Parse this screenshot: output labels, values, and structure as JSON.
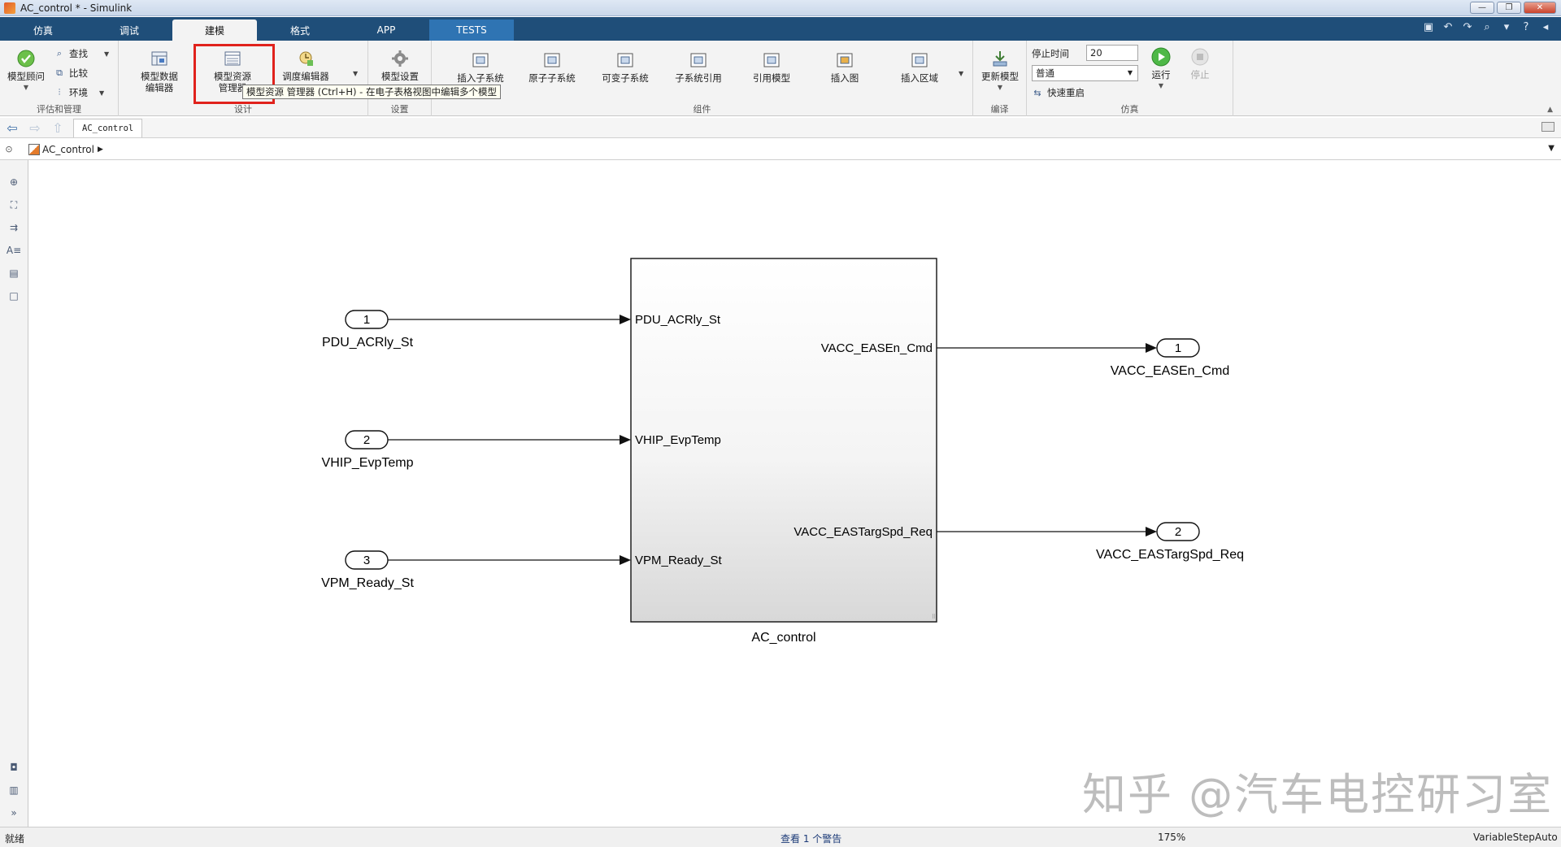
{
  "window": {
    "title": "AC_control * - Simulink",
    "controls": [
      "—",
      "❐",
      "✕"
    ]
  },
  "tabs": [
    {
      "label": "仿真"
    },
    {
      "label": "调试"
    },
    {
      "label": "建模"
    },
    {
      "label": "格式"
    },
    {
      "label": "APP"
    },
    {
      "label": "TESTS"
    }
  ],
  "ribbon": {
    "evaluate": {
      "group_label": "评估和管理",
      "model_advisor": "模型顾问",
      "find": "查找",
      "compare": "比较",
      "environment": "环境"
    },
    "design": {
      "group_label": "设计",
      "data_editor_l1": "模型数据",
      "data_editor_l2": "编辑器",
      "explorer_l1": "模型资源",
      "explorer_l2": "管理器",
      "schedule_editor": "调度编辑器"
    },
    "settings": {
      "group_label": "设置",
      "model_settings": "模型设置"
    },
    "components": {
      "group_label": "组件",
      "items": [
        {
          "label": "插入子系统"
        },
        {
          "label": "原子子系统"
        },
        {
          "label": "可变子系统"
        },
        {
          "label": "子系统引用"
        },
        {
          "label": "引用模型"
        },
        {
          "label": "插入图"
        },
        {
          "label": "插入区域"
        }
      ]
    },
    "compile": {
      "group_label": "编译",
      "update_model": "更新模型"
    },
    "simulate": {
      "group_label": "仿真",
      "stop_time_label": "停止时间",
      "stop_time_value": "20",
      "mode_value": "普通",
      "fast_restart": "快速重启",
      "run": "运行",
      "stop": "停止"
    },
    "tooltip": "模型资源 管理器 (Ctrl+H) - 在电子表格视图中编辑多个模型"
  },
  "nav": {
    "model_tab": "AC_control",
    "breadcrumb": "AC_control"
  },
  "diagram": {
    "subsystem": {
      "name": "AC_control",
      "in_ports": [
        "PDU_ACRly_St",
        "VHIP_EvpTemp",
        "VPM_Ready_St"
      ],
      "out_ports": [
        "VACC_EASEn_Cmd",
        "VACC_EASTargSpd_Req"
      ]
    },
    "inports": [
      {
        "number": "1",
        "name": "PDU_ACRly_St"
      },
      {
        "number": "2",
        "name": "VHIP_EvpTemp"
      },
      {
        "number": "3",
        "name": "VPM_Ready_St"
      }
    ],
    "outports": [
      {
        "number": "1",
        "name": "VACC_EASEn_Cmd"
      },
      {
        "number": "2",
        "name": "VACC_EASTargSpd_Req"
      }
    ]
  },
  "watermark": "知乎 @汽车电控研习室",
  "status": {
    "ready": "就绪",
    "warning": "查看 1 个警告",
    "zoom": "175%",
    "solver": "VariableStepAuto"
  }
}
